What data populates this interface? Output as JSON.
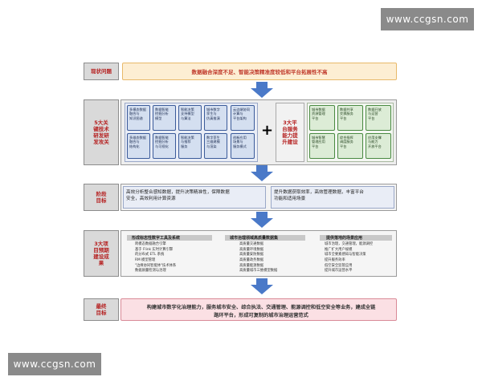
{
  "watermark": {
    "top": "www.ccgsn.com",
    "bottom": "www.ccgsn.com"
  },
  "stages": {
    "problem": {
      "label": "现状问题",
      "text": "数据融合深度不足、智能决策精准度较低和平台拓展性不高"
    },
    "research": {
      "label": "5大关\n键技术\n研发研\n发攻关",
      "tech_cells": [
        "多模态数据\n融合与\n知识图谱",
        "多维态数据\n融合与\n结构化",
        "数据智能\n挖掘分析\n模型",
        "数据智能\n挖掘分析\n与可视化",
        "智能决策\n支持模型\n与算法",
        "智能决策\n与推荐\n服务",
        "城市数字\n孪生与\n仿真推演",
        "数字孪生\n三维建模\n与渲染",
        "云边端协同\n计算与\n平台架构",
        "创新应用\n场景与\n服务模式"
      ],
      "plus": "+",
      "platform_label": "3大平\n台服务\n能力提\n升建设",
      "platform_cells": [
        "城市数据\n资源管理\n平台",
        "数据共享\n交换服务\n平台",
        "数据开放\n与运营\n平台",
        "城市智慧\n管理应用\n平台",
        "综合指挥\n调度服务\n平台",
        "应用支撑\n与能力\n开放平台"
      ]
    },
    "goals": {
      "label": "阶段\n目标",
      "left_text": "高效分析整合感知数据，提升决策精准性，保障数据\n安全，高效利用计算资源",
      "right_text": "提升数据获取效率，高效管理数据，丰富平台\n功能和适用场景"
    },
    "results": {
      "label": "3大项\n目预期\n建设成\n果",
      "columns": [
        {
          "title": "形成标志性数字工具及系统",
          "items": "跨模态数据融合引擎\n基于 Flink 实时计算引擎\n的分布式 ETL 系统\nRM 模型管理\n\"边缘协同智能体\"技术体系\n数据质量检测与治理"
        },
        {
          "title": "城市治理领域高质量数据集",
          "items": "高质量交通数据\n高质量环境数据\n高质量安防数据\n高质量政务数据\n高质量能源数据\n高质量城市三维模型数据"
        },
        {
          "title": "提供落地的场景应用",
          "items": "城市治理，交通管理，能源调控\n推广扩大用户规模\n城市全要素感知与智能决策\n提升服务效率\n低空安全监管应用\n提升城市运营水平"
        }
      ]
    },
    "final": {
      "label": "最终\n目标",
      "text": "构建城市数字化治理能力，服务城市安全、综合执法、交通管理、能源调控和低空安全等业务，建成全链\n路环平台，形成可复制的城市治理运营范式"
    }
  },
  "colors": {
    "label_text": "#b52020",
    "arrow": "#4a79c8",
    "problem_bg": "#fdeed3",
    "tech_border": "#3b5b9a",
    "platform_border": "#4a8a42",
    "final_bg": "#fbe0e4"
  }
}
